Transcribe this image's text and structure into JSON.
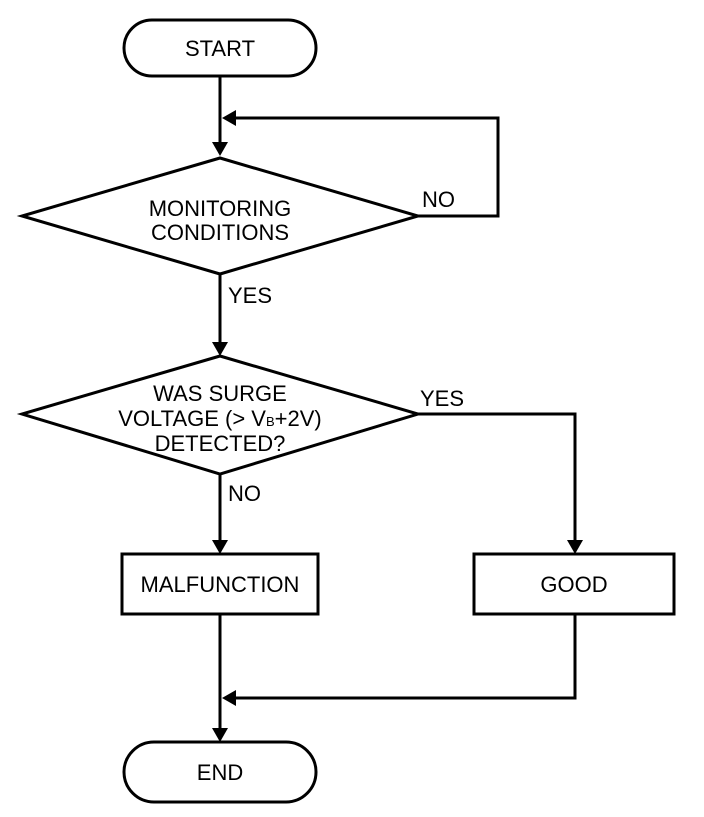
{
  "flowchart": {
    "start": "START",
    "end": "END",
    "decision1": {
      "line1": "MONITORING",
      "line2": "CONDITIONS"
    },
    "decision2": {
      "line1": "WAS SURGE",
      "line2_a": "VOLTAGE (> V",
      "line2_sub": "B",
      "line2_b": "+2V)",
      "line3": "DETECTED?"
    },
    "malfunction": "MALFUNCTION",
    "good": "GOOD",
    "labels": {
      "no_loop": "NO",
      "yes_down": "YES",
      "yes_right": "YES",
      "no_down": "NO"
    }
  }
}
